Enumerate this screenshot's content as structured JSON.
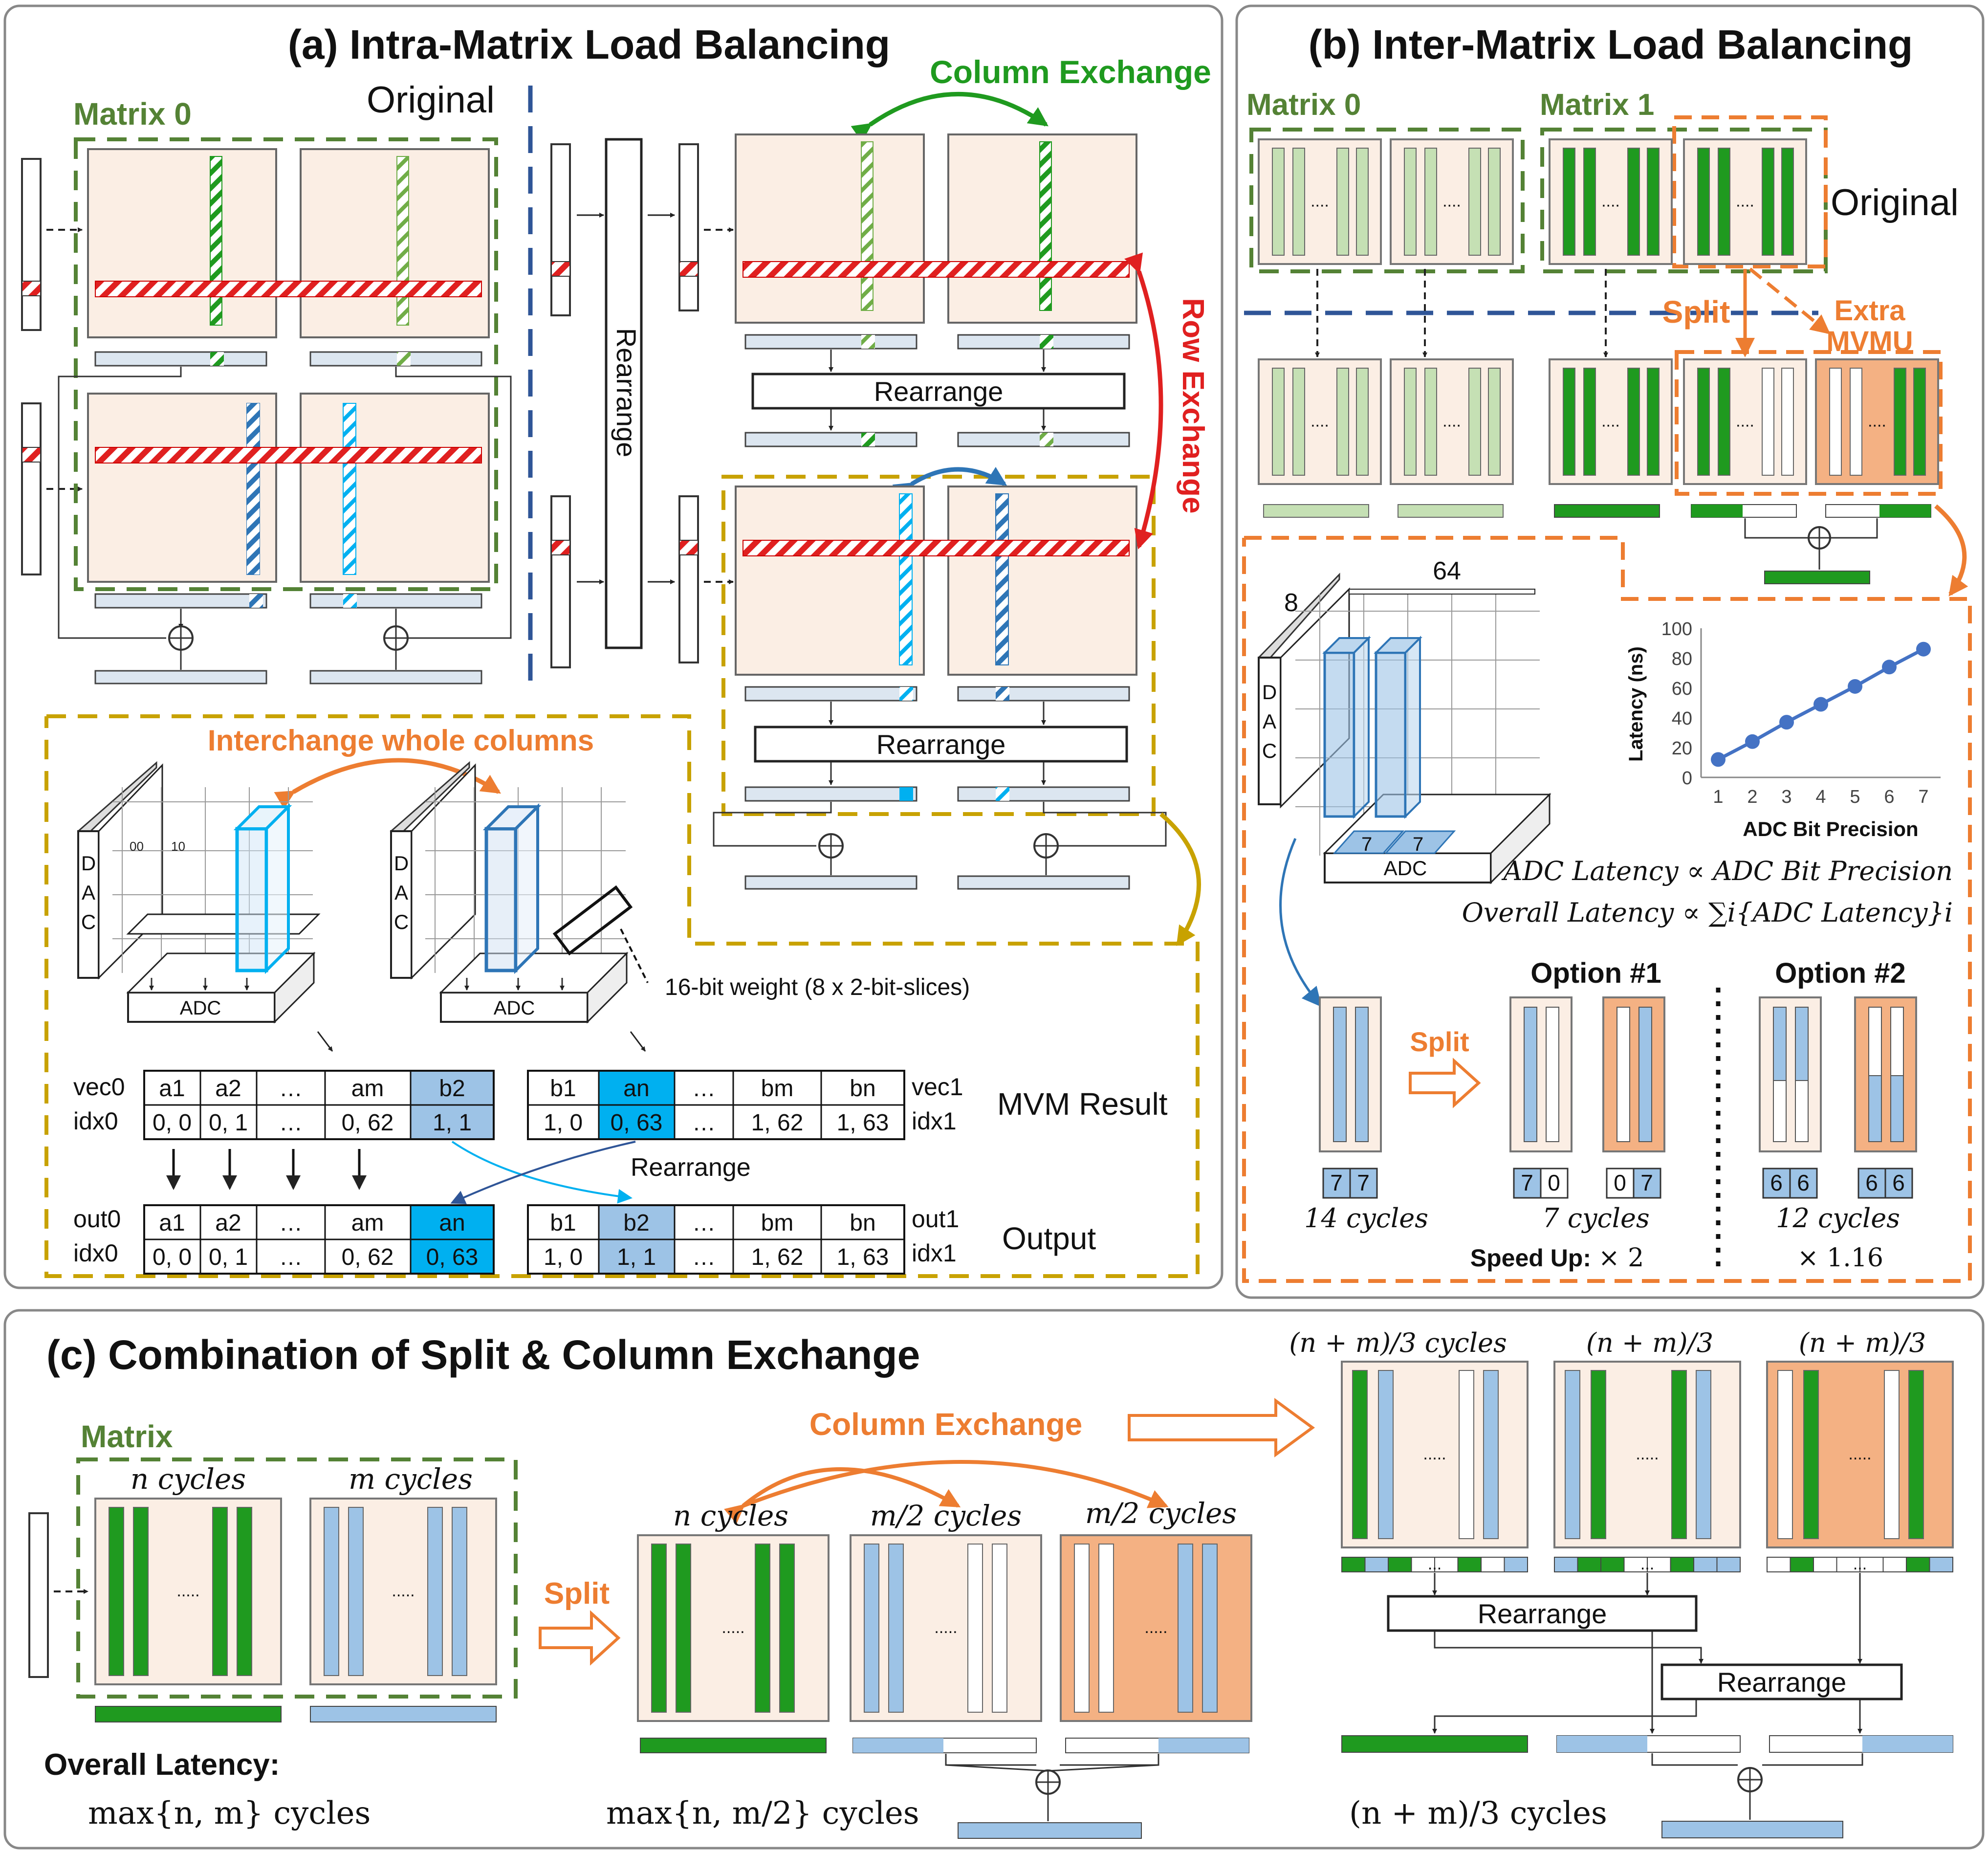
{
  "colors": {
    "green": "#1f9a1f",
    "light_green": "#c5e0b4",
    "blue": "#3d8fd1",
    "light_blue": "#9dc3e6",
    "cyan_highlight": "#00b0f0",
    "red": "#e02020",
    "orange": "#ed7d31",
    "dark_blue_dash": "#2f5597",
    "gold_dash": "#c8a200",
    "dark_green_dash": "#548235",
    "matrix_bg": "#fbeee4",
    "orange_bg": "#f4b183",
    "panel_border": "#888888"
  },
  "panel_a": {
    "title": "(a) Intra-Matrix Load Balancing",
    "matrix0": "Matrix 0",
    "original": "Original",
    "column_exchange": "Column Exchange",
    "row_exchange": "Row Exchange",
    "rearrange": "Rearrange",
    "interchange": "Interchange whole columns",
    "dac": "DAC",
    "adc": "ADC",
    "cell_00": "00",
    "cell_10": "10",
    "weight_note": "16-bit weight (8 x 2-bit-slices)",
    "mvm_result": "MVM Result",
    "output": "Output",
    "table_rearrange": "Rearrange",
    "vec0": "vec0",
    "idx0": "idx0",
    "vec1": "vec1",
    "idx1": "idx1",
    "out0": "out0",
    "out1": "out1",
    "row_vec0": [
      "a1",
      "a2",
      "…",
      "am",
      "b2"
    ],
    "row_idx0": [
      "0, 0",
      "0, 1",
      "…",
      "0, 62",
      "1, 1"
    ],
    "row_vec1": [
      "b1",
      "an",
      "…",
      "bm",
      "bn"
    ],
    "row_idx1": [
      "1, 0",
      "0, 63",
      "…",
      "1, 62",
      "1, 63"
    ],
    "row_out0": [
      "a1",
      "a2",
      "…",
      "am",
      "an"
    ],
    "row_oidx0": [
      "0, 0",
      "0, 1",
      "…",
      "0, 62",
      "0, 63"
    ],
    "row_out1": [
      "b1",
      "b2",
      "…",
      "bm",
      "bn"
    ],
    "row_oidx1": [
      "1, 0",
      "1, 1",
      "…",
      "1, 62",
      "1, 63"
    ]
  },
  "panel_b": {
    "title": "(b) Inter-Matrix Load Balancing",
    "matrix0": "Matrix 0",
    "matrix1": "Matrix 1",
    "original": "Original",
    "split": "Split",
    "extra": "Extra",
    "mvmu": "MVMU",
    "dots": "....",
    "dim_rows": "8",
    "dim_cols": "64",
    "dac": "DAC",
    "adc": "ADC",
    "adc_cell": "7",
    "formula1": "ADC Latency ∝ ADC Bit Precision",
    "formula2": "Overall Latency ∝ ∑i{ADC Latency}i",
    "option1": "Option #1",
    "option2": "Option #2",
    "split2": "Split",
    "c14": "14 cycles",
    "c7": "7 cycles",
    "c12": "12 cycles",
    "speedup_label": "Speed Up:",
    "speedup_value": "× 2",
    "speedup2": "× 1.16",
    "boxes_orig": [
      "7",
      "7"
    ],
    "boxes_o1a": [
      "7",
      "0"
    ],
    "boxes_o1b": [
      "0",
      "7"
    ],
    "boxes_o2a": [
      "6",
      "6"
    ],
    "boxes_o2b": [
      "6",
      "6"
    ]
  },
  "chart_data": {
    "type": "line",
    "x": [
      1,
      2,
      3,
      4,
      5,
      6,
      7
    ],
    "values": [
      12,
      24,
      37,
      49,
      61,
      74,
      86
    ],
    "xlabel": "ADC Bit Precision",
    "ylabel": "Latency (ns)",
    "ylim": [
      0,
      100
    ],
    "yticks": [
      "0",
      "20",
      "40",
      "60",
      "80",
      "100"
    ],
    "xticks": [
      "1",
      "2",
      "3",
      "4",
      "5",
      "6",
      "7"
    ],
    "grid": false
  },
  "panel_c": {
    "title": "(c) Combination of Split & Column Exchange",
    "matrix": "Matrix",
    "n_cycles": "n cycles",
    "m_cycles": "m cycles",
    "split": "Split",
    "column_exchange": "Column Exchange",
    "m2_cycles": "m/2 cycles",
    "nm3_cycles": "(n + m)/3 cycles",
    "nm3": "(n + m)/3",
    "dots": ".....",
    "overall_latency": "Overall Latency:",
    "lat1": "max{n, m} cycles",
    "lat2": "max{n, m/2} cycles",
    "lat3": "(n + m)/3 cycles",
    "rearrange": "Rearrange"
  }
}
